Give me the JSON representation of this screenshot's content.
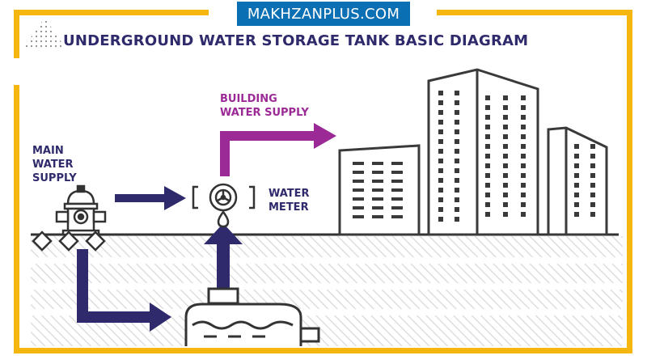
{
  "badge": {
    "text": "MAKHZANPLUS.COM"
  },
  "title": "UNDERGROUND WATER STORAGE TANK BASIC DIAGRAM",
  "labels": {
    "main_supply": [
      "MAIN",
      "WATER",
      "SUPPLY"
    ],
    "building_supply": [
      "BUILDING",
      "WATER SUPPLY"
    ],
    "water_meter": [
      "WATER",
      "METER"
    ]
  },
  "icons": {
    "hydrant": "fire-hydrant-icon",
    "meter": "water-meter-icon",
    "tank": "water-tank-icon",
    "buildings": "buildings-icon"
  },
  "colors": {
    "frame": "#f5b70f",
    "badge_bg": "#0b6fb3",
    "navy": "#2e2a6b",
    "purple": "#9b2a96",
    "ink": "#333333",
    "ground_hatch": "#dddddd"
  }
}
